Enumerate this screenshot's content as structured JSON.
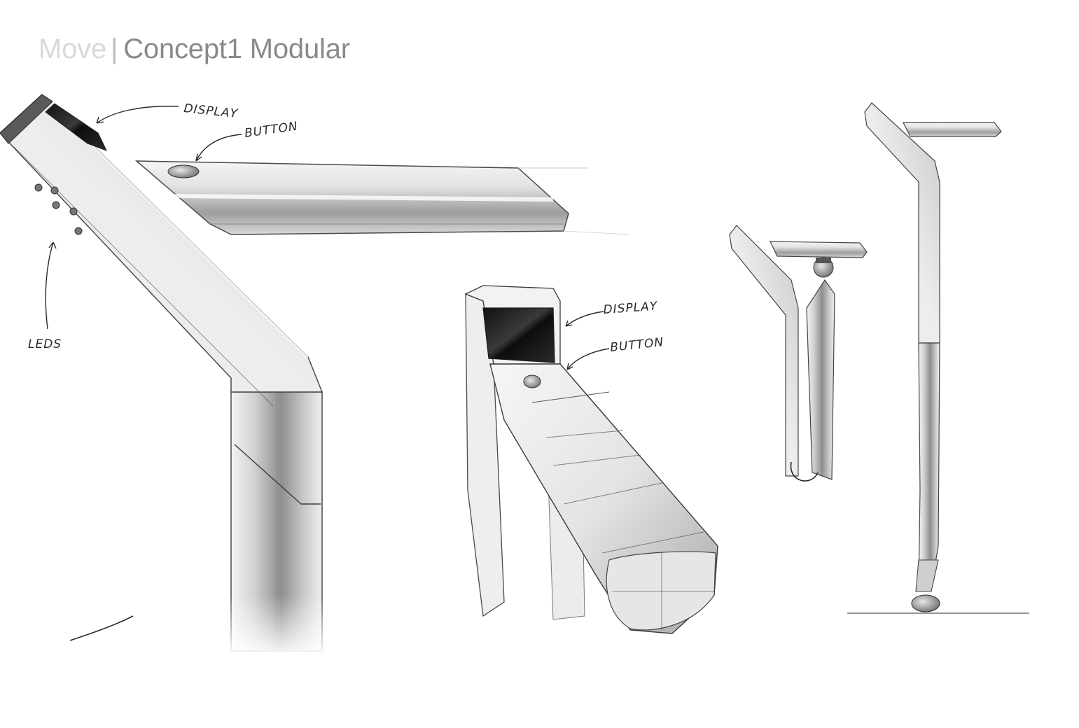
{
  "header": {
    "brand": "Move",
    "separator": "|",
    "concept": "Concept1 Modular"
  },
  "annotations": {
    "main_display": "DISPLAY",
    "main_button": "BUTTON",
    "main_leds": "LEDS",
    "detail_display": "DISPLAY",
    "detail_button": "BUTTON"
  },
  "colors": {
    "brand_text": "#d9d9d9",
    "concept_text": "#8a8a8a",
    "ink": "#2a2a2a"
  }
}
